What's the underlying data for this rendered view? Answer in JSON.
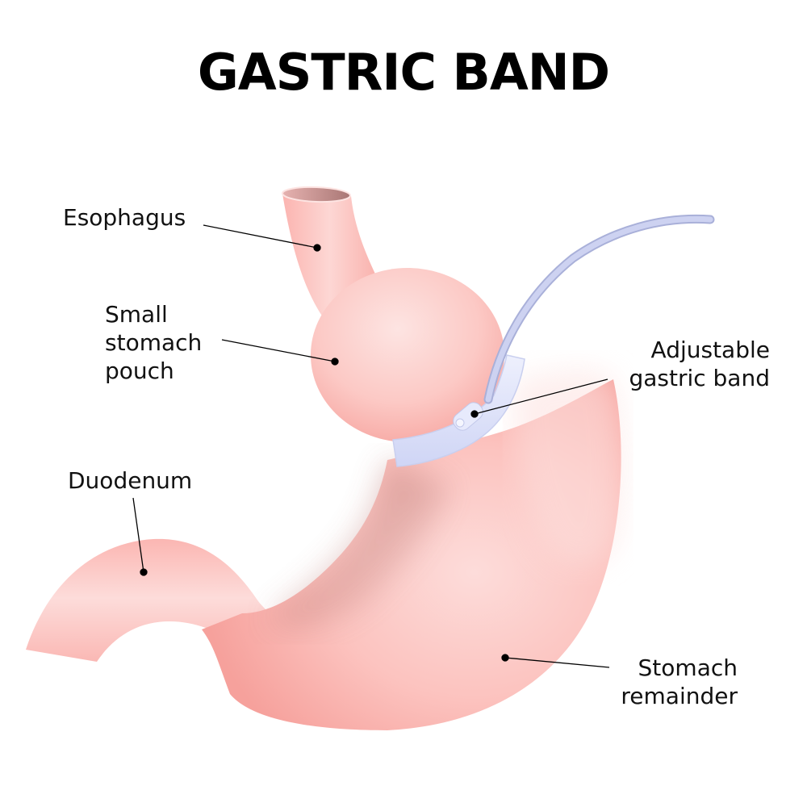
{
  "title": "GASTRIC BAND",
  "colors": {
    "tissue_light": "#fddcda",
    "tissue_mid": "#fbb7b3",
    "tissue_shadow": "#b87570",
    "band": "#dfe3fb",
    "tube": "#c5cbed",
    "leader": "#000000"
  },
  "labels": {
    "esophagus": "Esophagus",
    "small_pouch": "Small\nstomach\npouch",
    "adjustable_band": "Adjustable\ngastric band",
    "duodenum": "Duodenum",
    "stomach_remainder": "Stomach\nremainder"
  }
}
